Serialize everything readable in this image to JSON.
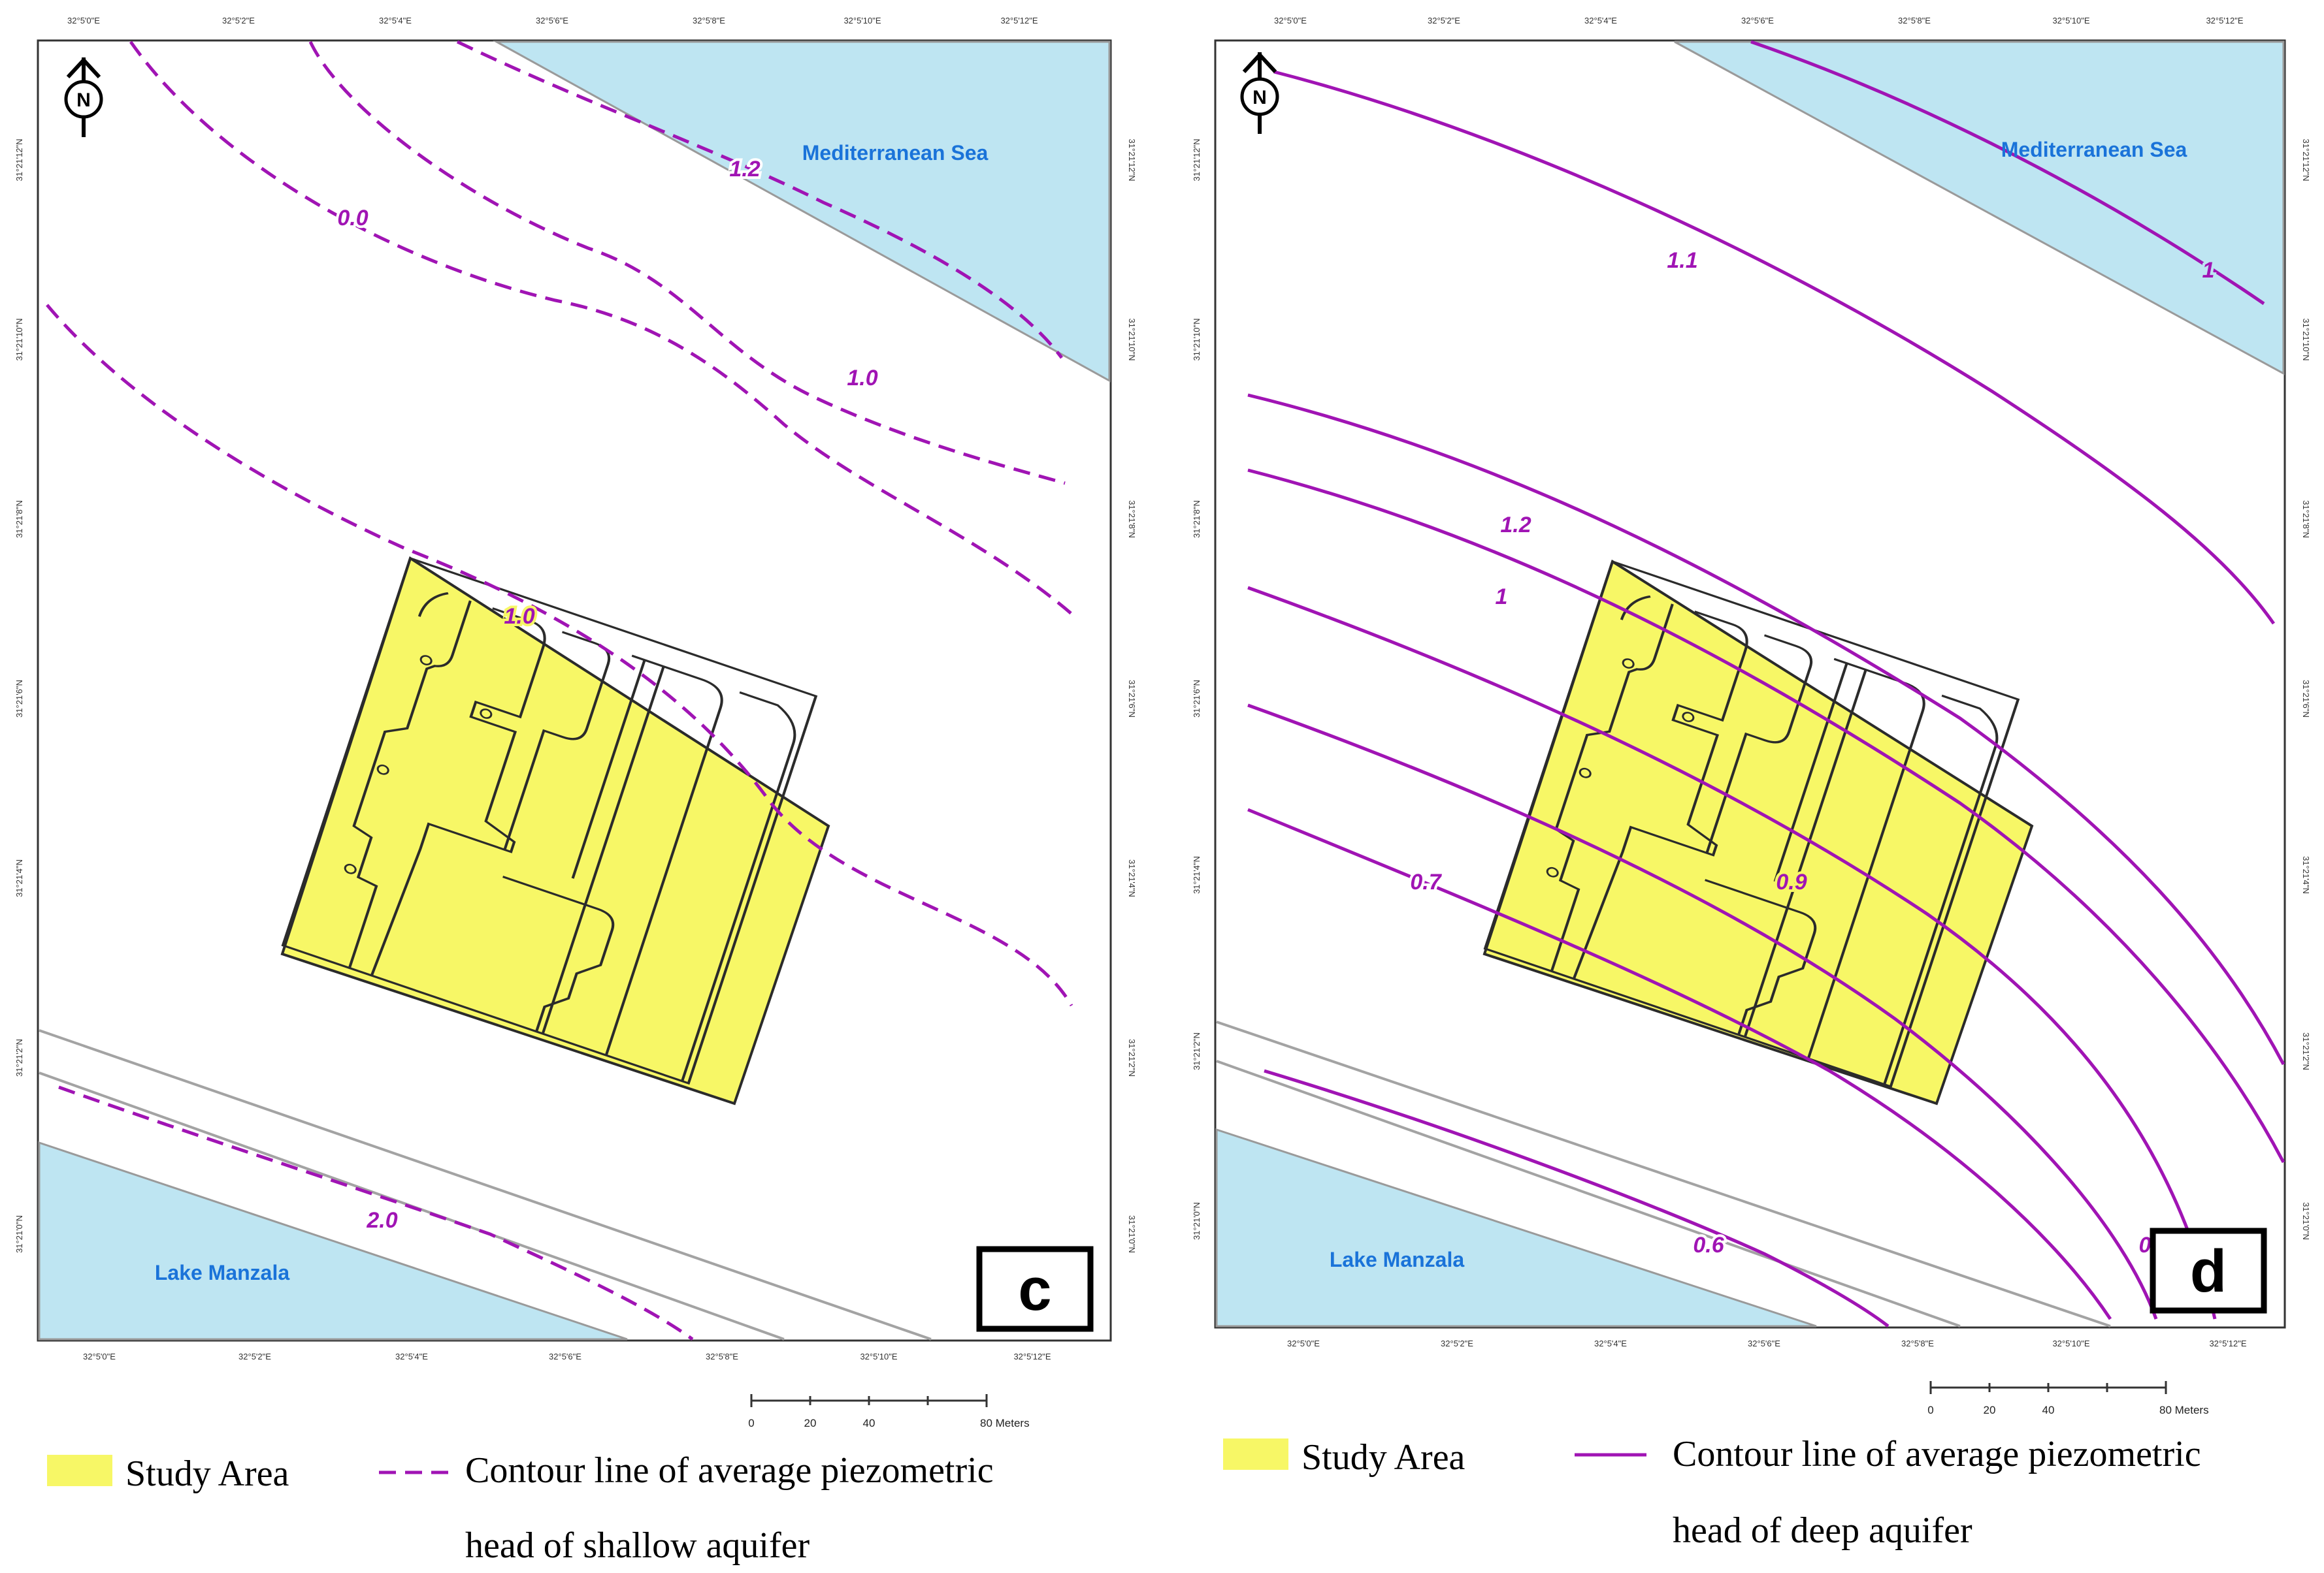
{
  "colors": {
    "water": "#bee5f2",
    "study_area": "#f7f766",
    "contour": "#a014b4",
    "road": "#a3a3a3",
    "frame": "#333333"
  },
  "panel_c": {
    "letter": "c",
    "sea_label": "Mediterranean Sea",
    "lake_label": "Lake Manzala",
    "north_label": "N",
    "contour_labels": [
      "1.2",
      "0.0",
      "1.0",
      "1.0",
      "2.0"
    ],
    "top_ticks": [
      "32°5'0\"E",
      "32°5'2\"E",
      "32°5'4\"E",
      "32°5'6\"E",
      "32°5'8\"E",
      "32°5'10\"E",
      "32°5'12\"E"
    ],
    "bottom_ticks": [
      "32°5'0\"E",
      "32°5'2\"E",
      "32°5'4\"E",
      "32°5'6\"E",
      "32°5'8\"E",
      "32°5'10\"E",
      "32°5'12\"E"
    ],
    "right_ticks": [
      "31°21'12\"N",
      "31°21'10\"N",
      "31°21'8\"N",
      "31°21'6\"N",
      "31°21'4\"N",
      "31°21'2\"N",
      "31°21'0\"N"
    ],
    "left_ticks": [
      "31°21'12\"N",
      "31°21'10\"N",
      "31°21'8\"N",
      "31°21'6\"N",
      "31°21'4\"N",
      "31°21'2\"N",
      "31°21'0\"N"
    ],
    "scale_labels": [
      "0",
      "20",
      "40",
      "80 Meters"
    ],
    "legend": {
      "area_label": "Study Area",
      "line_label_1": "Contour line of average piezometric",
      "line_label_2": "head of shallow aquifer"
    }
  },
  "panel_d": {
    "letter": "d",
    "sea_label": "Mediterranean Sea",
    "lake_label": "Lake Manzala",
    "north_label": "N",
    "contour_labels": [
      "1.1",
      "1",
      "1.2",
      "1",
      "0.9",
      "0.7",
      "0.6",
      "0"
    ],
    "top_ticks": [
      "32°5'0\"E",
      "32°5'2\"E",
      "32°5'4\"E",
      "32°5'6\"E",
      "32°5'8\"E",
      "32°5'10\"E",
      "32°5'12\"E"
    ],
    "bottom_ticks": [
      "32°5'0\"E",
      "32°5'2\"E",
      "32°5'4\"E",
      "32°5'6\"E",
      "32°5'8\"E",
      "32°5'10\"E",
      "32°5'12\"E"
    ],
    "right_ticks": [
      "31°21'12\"N",
      "31°21'10\"N",
      "31°21'8\"N",
      "31°21'6\"N",
      "31°21'4\"N",
      "31°21'2\"N",
      "31°21'0\"N"
    ],
    "left_ticks": [
      "31°21'12\"N",
      "31°21'10\"N",
      "31°21'8\"N",
      "31°21'6\"N",
      "31°21'4\"N",
      "31°21'2\"N",
      "31°21'0\"N"
    ],
    "scale_labels": [
      "0",
      "20",
      "40",
      "80 Meters"
    ],
    "legend": {
      "area_label": "Study Area",
      "line_label_1": "Contour line of average piezometric",
      "line_label_2": "head of deep aquifer"
    }
  }
}
